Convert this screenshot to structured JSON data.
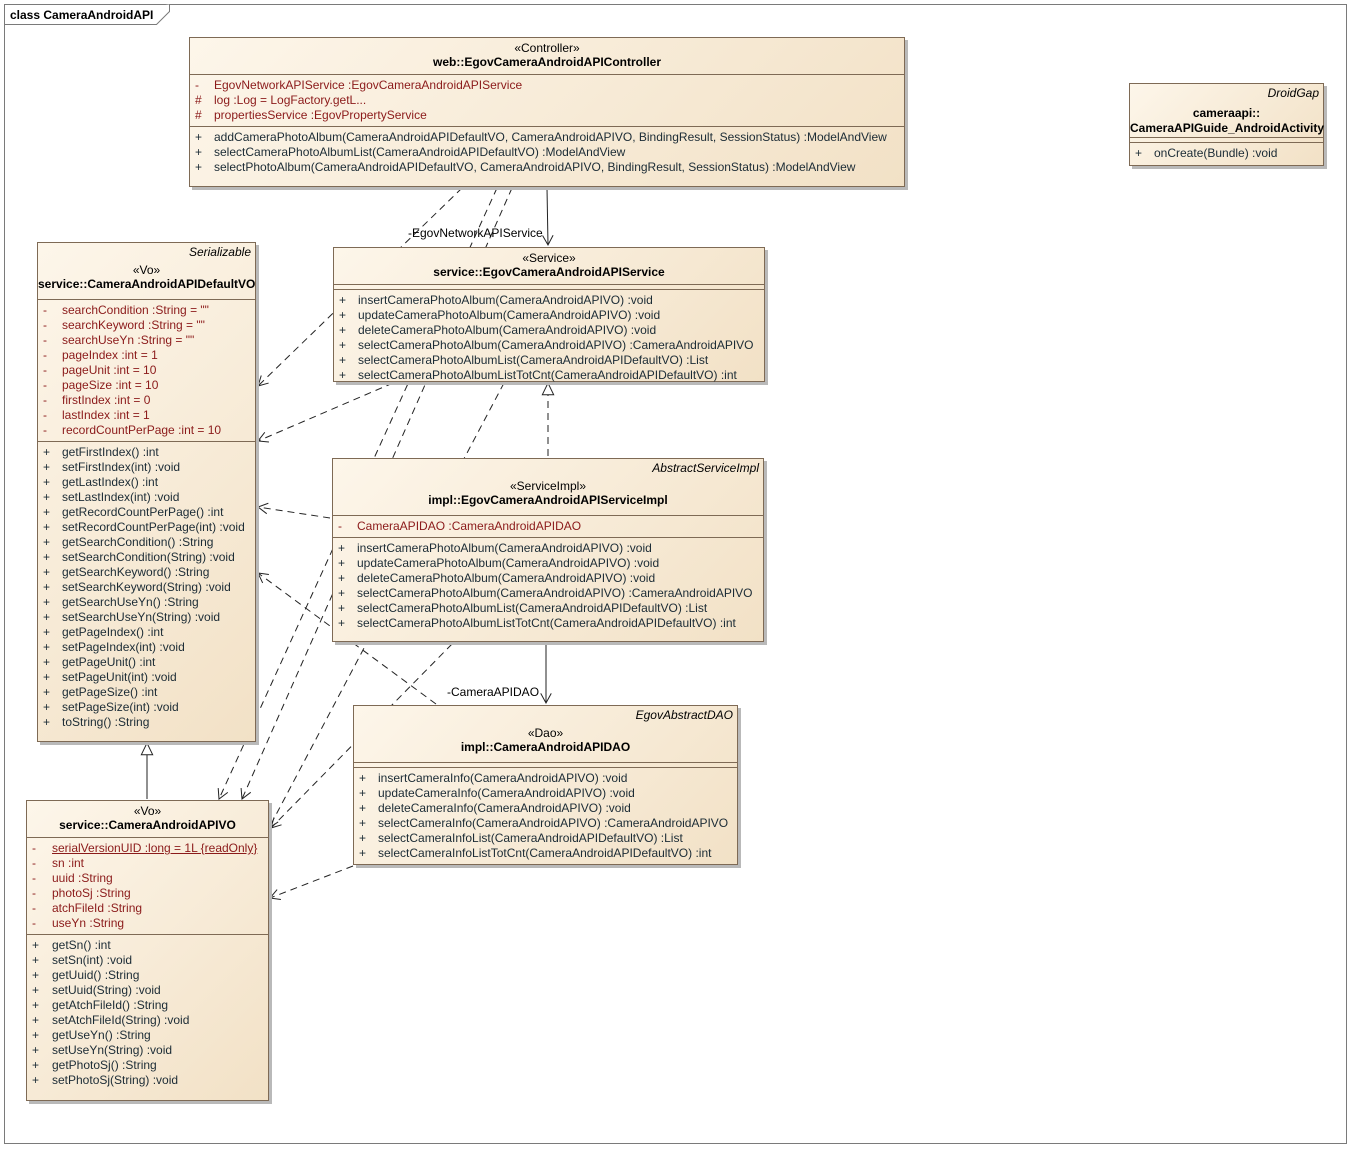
{
  "frame": {
    "title": "class CameraAndroidAPI"
  },
  "classes": {
    "controller": {
      "parent": "",
      "stereotype": "«Controller»",
      "name": "web::EgovCameraAndroidAPIController",
      "attributes": [
        {
          "vis": "-",
          "text": "EgovNetworkAPIService  :EgovCameraAndroidAPIService"
        },
        {
          "vis": "#",
          "text": "log  :Log = LogFactory.getL..."
        },
        {
          "vis": "#",
          "text": "propertiesService  :EgovPropertyService"
        }
      ],
      "operations": [
        {
          "vis": "+",
          "text": "addCameraPhotoAlbum(CameraAndroidAPIDefaultVO, CameraAndroidAPIVO, BindingResult, SessionStatus)  :ModelAndView"
        },
        {
          "vis": "+",
          "text": "selectCameraPhotoAlbumList(CameraAndroidAPIDefaultVO)  :ModelAndView"
        },
        {
          "vis": "+",
          "text": "selectPhotoAlbum(CameraAndroidAPIDefaultVO, CameraAndroidAPIVO, BindingResult, SessionStatus)  :ModelAndView"
        }
      ]
    },
    "activity": {
      "parent": "DroidGap",
      "stereotype": "",
      "name": "cameraapi::",
      "name2": "CameraAPIGuide_AndroidActivity",
      "attributes": [],
      "operations": [
        {
          "vis": "+",
          "text": "onCreate(Bundle)  :void"
        }
      ]
    },
    "defaultvo": {
      "parent": "Serializable",
      "stereotype": "«Vo»",
      "name": "service::CameraAndroidAPIDefaultVO",
      "attributes": [
        {
          "vis": "-",
          "text": "searchCondition  :String = \"\""
        },
        {
          "vis": "-",
          "text": "searchKeyword  :String = \"\""
        },
        {
          "vis": "-",
          "text": "searchUseYn  :String = \"\""
        },
        {
          "vis": "-",
          "text": "pageIndex  :int = 1"
        },
        {
          "vis": "-",
          "text": "pageUnit  :int = 10"
        },
        {
          "vis": "-",
          "text": "pageSize  :int = 10"
        },
        {
          "vis": "-",
          "text": "firstIndex  :int = 0"
        },
        {
          "vis": "-",
          "text": "lastIndex  :int = 1"
        },
        {
          "vis": "-",
          "text": "recordCountPerPage  :int = 10"
        }
      ],
      "operations": [
        {
          "vis": "+",
          "text": "getFirstIndex()  :int"
        },
        {
          "vis": "+",
          "text": "setFirstIndex(int)  :void"
        },
        {
          "vis": "+",
          "text": "getLastIndex()  :int"
        },
        {
          "vis": "+",
          "text": "setLastIndex(int)  :void"
        },
        {
          "vis": "+",
          "text": "getRecordCountPerPage()  :int"
        },
        {
          "vis": "+",
          "text": "setRecordCountPerPage(int)  :void"
        },
        {
          "vis": "+",
          "text": "getSearchCondition()  :String"
        },
        {
          "vis": "+",
          "text": "setSearchCondition(String)  :void"
        },
        {
          "vis": "+",
          "text": "getSearchKeyword()  :String"
        },
        {
          "vis": "+",
          "text": "setSearchKeyword(String)  :void"
        },
        {
          "vis": "+",
          "text": "getSearchUseYn()  :String"
        },
        {
          "vis": "+",
          "text": "setSearchUseYn(String)  :void"
        },
        {
          "vis": "+",
          "text": "getPageIndex()  :int"
        },
        {
          "vis": "+",
          "text": "setPageIndex(int)  :void"
        },
        {
          "vis": "+",
          "text": "getPageUnit()  :int"
        },
        {
          "vis": "+",
          "text": "setPageUnit(int)  :void"
        },
        {
          "vis": "+",
          "text": "getPageSize()  :int"
        },
        {
          "vis": "+",
          "text": "setPageSize(int)  :void"
        },
        {
          "vis": "+",
          "text": "toString()  :String"
        }
      ]
    },
    "service": {
      "parent": "",
      "stereotype": "«Service»",
      "name": "service::EgovCameraAndroidAPIService",
      "attributes": [],
      "operations": [
        {
          "vis": "+",
          "text": "insertCameraPhotoAlbum(CameraAndroidAPIVO)  :void"
        },
        {
          "vis": "+",
          "text": "updateCameraPhotoAlbum(CameraAndroidAPIVO)  :void"
        },
        {
          "vis": "+",
          "text": "deleteCameraPhotoAlbum(CameraAndroidAPIVO)  :void"
        },
        {
          "vis": "+",
          "text": "selectCameraPhotoAlbum(CameraAndroidAPIVO)  :CameraAndroidAPIVO"
        },
        {
          "vis": "+",
          "text": "selectCameraPhotoAlbumList(CameraAndroidAPIDefaultVO)  :List"
        },
        {
          "vis": "+",
          "text": "selectCameraPhotoAlbumListTotCnt(CameraAndroidAPIDefaultVO)  :int"
        }
      ]
    },
    "serviceimpl": {
      "parent": "AbstractServiceImpl",
      "stereotype": "«ServiceImpl»",
      "name": "impl::EgovCameraAndroidAPIServiceImpl",
      "attributes": [
        {
          "vis": "-",
          "text": "CameraAPIDAO  :CameraAndroidAPIDAO"
        }
      ],
      "operations": [
        {
          "vis": "+",
          "text": "insertCameraPhotoAlbum(CameraAndroidAPIVO)  :void"
        },
        {
          "vis": "+",
          "text": "updateCameraPhotoAlbum(CameraAndroidAPIVO)  :void"
        },
        {
          "vis": "+",
          "text": "deleteCameraPhotoAlbum(CameraAndroidAPIVO)  :void"
        },
        {
          "vis": "+",
          "text": "selectCameraPhotoAlbum(CameraAndroidAPIVO)  :CameraAndroidAPIVO"
        },
        {
          "vis": "+",
          "text": "selectCameraPhotoAlbumList(CameraAndroidAPIDefaultVO)  :List"
        },
        {
          "vis": "+",
          "text": "selectCameraPhotoAlbumListTotCnt(CameraAndroidAPIDefaultVO)  :int"
        }
      ]
    },
    "dao": {
      "parent": "EgovAbstractDAO",
      "stereotype": "«Dao»",
      "name": "impl::CameraAndroidAPIDAO",
      "attributes": [],
      "operations": [
        {
          "vis": "+",
          "text": "insertCameraInfo(CameraAndroidAPIVO)  :void"
        },
        {
          "vis": "+",
          "text": "updateCameraInfo(CameraAndroidAPIVO)  :void"
        },
        {
          "vis": "+",
          "text": "deleteCameraInfo(CameraAndroidAPIVO)  :void"
        },
        {
          "vis": "+",
          "text": "selectCameraInfo(CameraAndroidAPIVO)  :CameraAndroidAPIVO"
        },
        {
          "vis": "+",
          "text": "selectCameraInfoList(CameraAndroidAPIDefaultVO)  :List"
        },
        {
          "vis": "+",
          "text": "selectCameraInfoListTotCnt(CameraAndroidAPIDefaultVO)  :int"
        }
      ]
    },
    "apivo": {
      "parent": "",
      "stereotype": "«Vo»",
      "name": "service::CameraAndroidAPIVO",
      "attributes": [
        {
          "vis": "-",
          "text": "serialVersionUID  :long = 1L {readOnly}",
          "static": true
        },
        {
          "vis": "-",
          "text": "sn  :int"
        },
        {
          "vis": "-",
          "text": "uuid  :String"
        },
        {
          "vis": "-",
          "text": "photoSj  :String"
        },
        {
          "vis": "-",
          "text": "atchFileId  :String"
        },
        {
          "vis": "-",
          "text": "useYn  :String"
        }
      ],
      "operations": [
        {
          "vis": "+",
          "text": "getSn()  :int"
        },
        {
          "vis": "+",
          "text": "setSn(int)  :void"
        },
        {
          "vis": "+",
          "text": "getUuid()  :String"
        },
        {
          "vis": "+",
          "text": "setUuid(String)  :void"
        },
        {
          "vis": "+",
          "text": "getAtchFileId()  :String"
        },
        {
          "vis": "+",
          "text": "setAtchFileId(String)  :void"
        },
        {
          "vis": "+",
          "text": "getUseYn()  :String"
        },
        {
          "vis": "+",
          "text": "setUseYn(String)  :void"
        },
        {
          "vis": "+",
          "text": "getPhotoSj()  :String"
        },
        {
          "vis": "+",
          "text": "setPhotoSj(String)  :void"
        }
      ]
    }
  },
  "associations": {
    "network_service_role": "-EgovNetworkAPIService",
    "camera_dao_role": "-CameraAPIDAO"
  }
}
